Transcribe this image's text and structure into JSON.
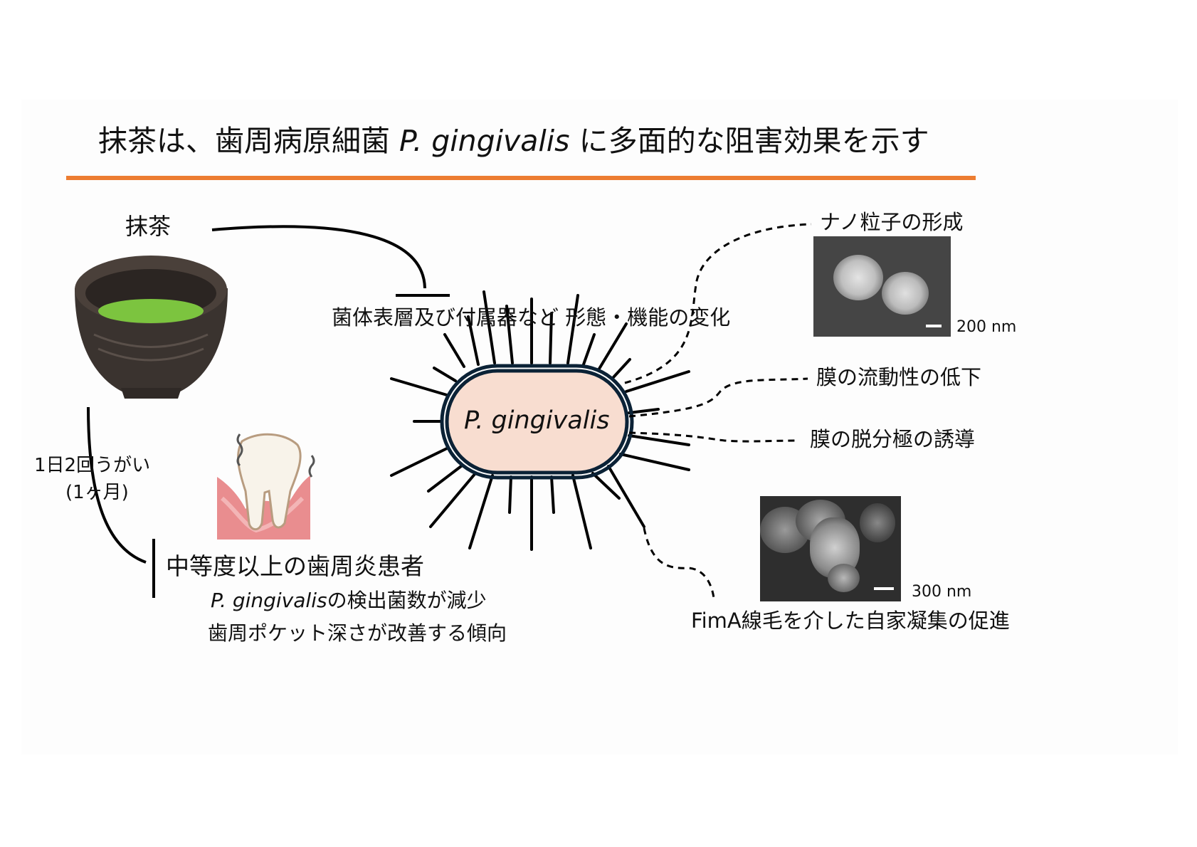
{
  "title": {
    "prefix": "抹茶は、歯周病原細菌 ",
    "species": "P. gingivalis",
    "suffix": " に多面的な阻害効果を示す"
  },
  "colors": {
    "title_rule": "#ED7D31",
    "bacterium_fill": "#F8DDD0",
    "bacterium_outline": "#0b2236",
    "matcha_green": "#7cc43f",
    "bowl": "#3a332f",
    "gum": "#e98d8f"
  },
  "matcha": {
    "label": "抹茶",
    "icon": "matcha-bowl-icon"
  },
  "bacterium": {
    "label": "P. gingivalis",
    "icon": "bacterium-icon"
  },
  "inhibition_label": "菌体表層及び付属器など 形態・機能の変化",
  "effects": [
    {
      "label": "ナノ粒子の形成",
      "scale": "200 nm"
    },
    {
      "label": "膜の流動性の低下"
    },
    {
      "label": "膜の脱分極の誘導"
    },
    {
      "label": "FimA線毛を介した自家凝集の促進",
      "scale": "300 nm"
    }
  ],
  "clinical": {
    "regimen_line1": "1日2回うがい",
    "regimen_line2": "(1ヶ月)",
    "patients": "中等度以上の歯周炎患者",
    "result1_species": "P. gingivalis",
    "result1_rest": "の検出菌数が減少",
    "result2": "歯周ポケット深さが改善する傾向",
    "icon": "periodontitis-tooth-icon"
  }
}
